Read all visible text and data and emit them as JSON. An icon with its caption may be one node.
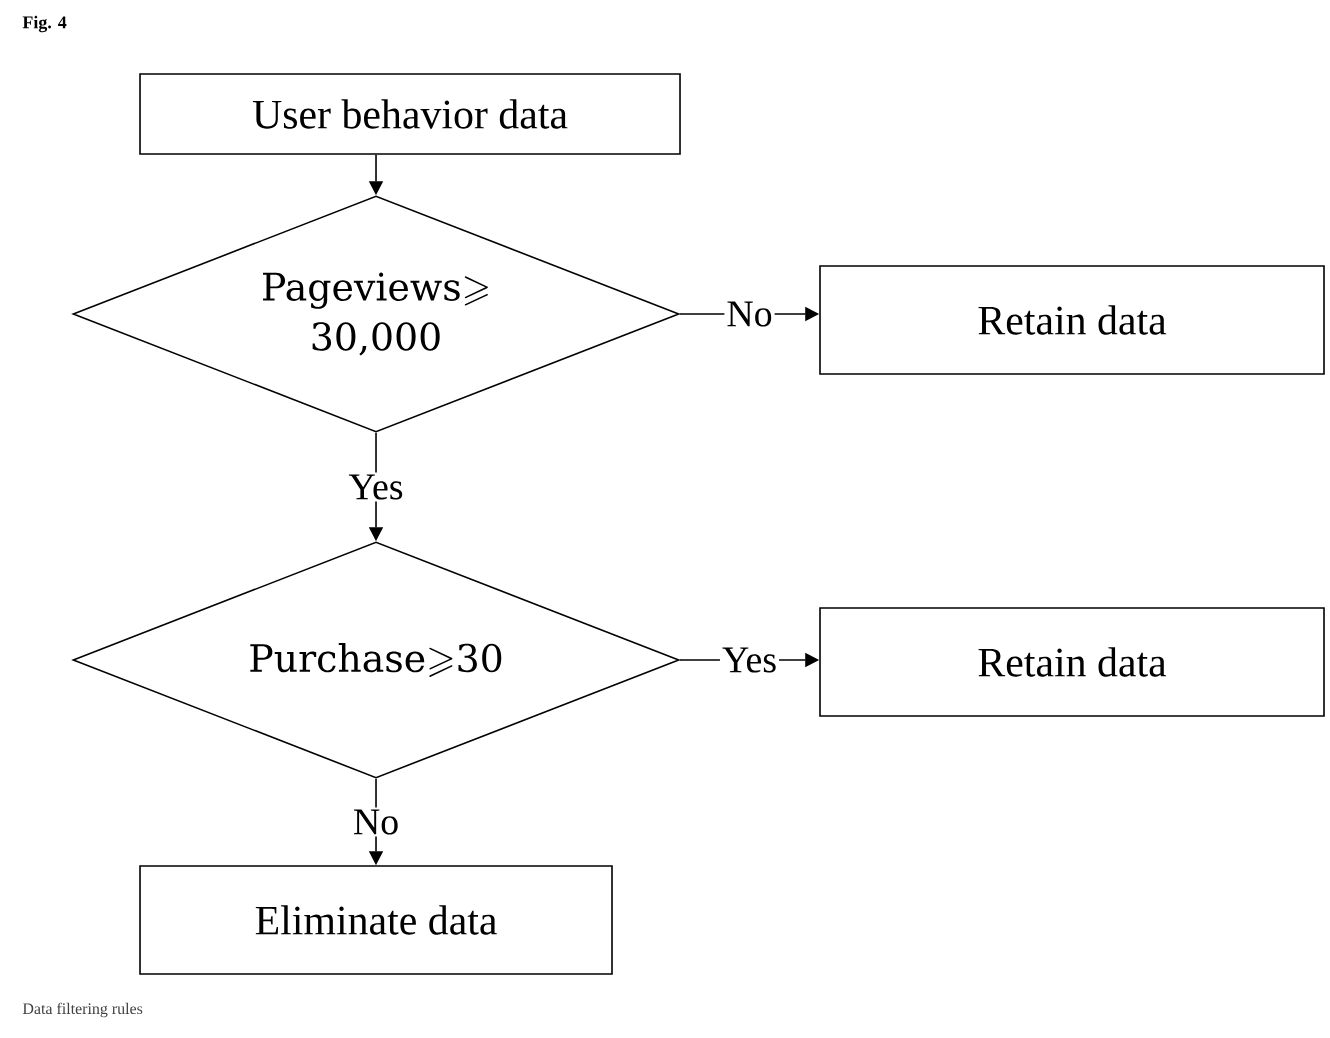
{
  "diagram": {
    "title": "Fig. 4",
    "caption": "Data filtering rules",
    "nodes": [
      {
        "text": [
          "User behavior data"
        ]
      },
      {
        "text": [
          "Pageviews⩾ 30,000"
        ]
      },
      {
        "text": [
          "Retain data"
        ]
      },
      {
        "text": [
          "Purchase⩾30"
        ]
      },
      {
        "text": [
          "Retain data"
        ]
      },
      {
        "text": [
          "Eliminate data"
        ]
      }
    ],
    "edges": [
      {
        "from": 0,
        "to": 1,
        "arrow": "to"
      },
      {
        "from": 1,
        "to": 2,
        "arrow": "to",
        "label": "No"
      },
      {
        "from": 1,
        "to": 3,
        "arrow": "to",
        "label": "Yes"
      },
      {
        "from": 3,
        "to": 4,
        "arrow": "to",
        "label": "Yes"
      },
      {
        "from": 3,
        "to": 5,
        "arrow": "to",
        "label": "No"
      }
    ]
  }
}
